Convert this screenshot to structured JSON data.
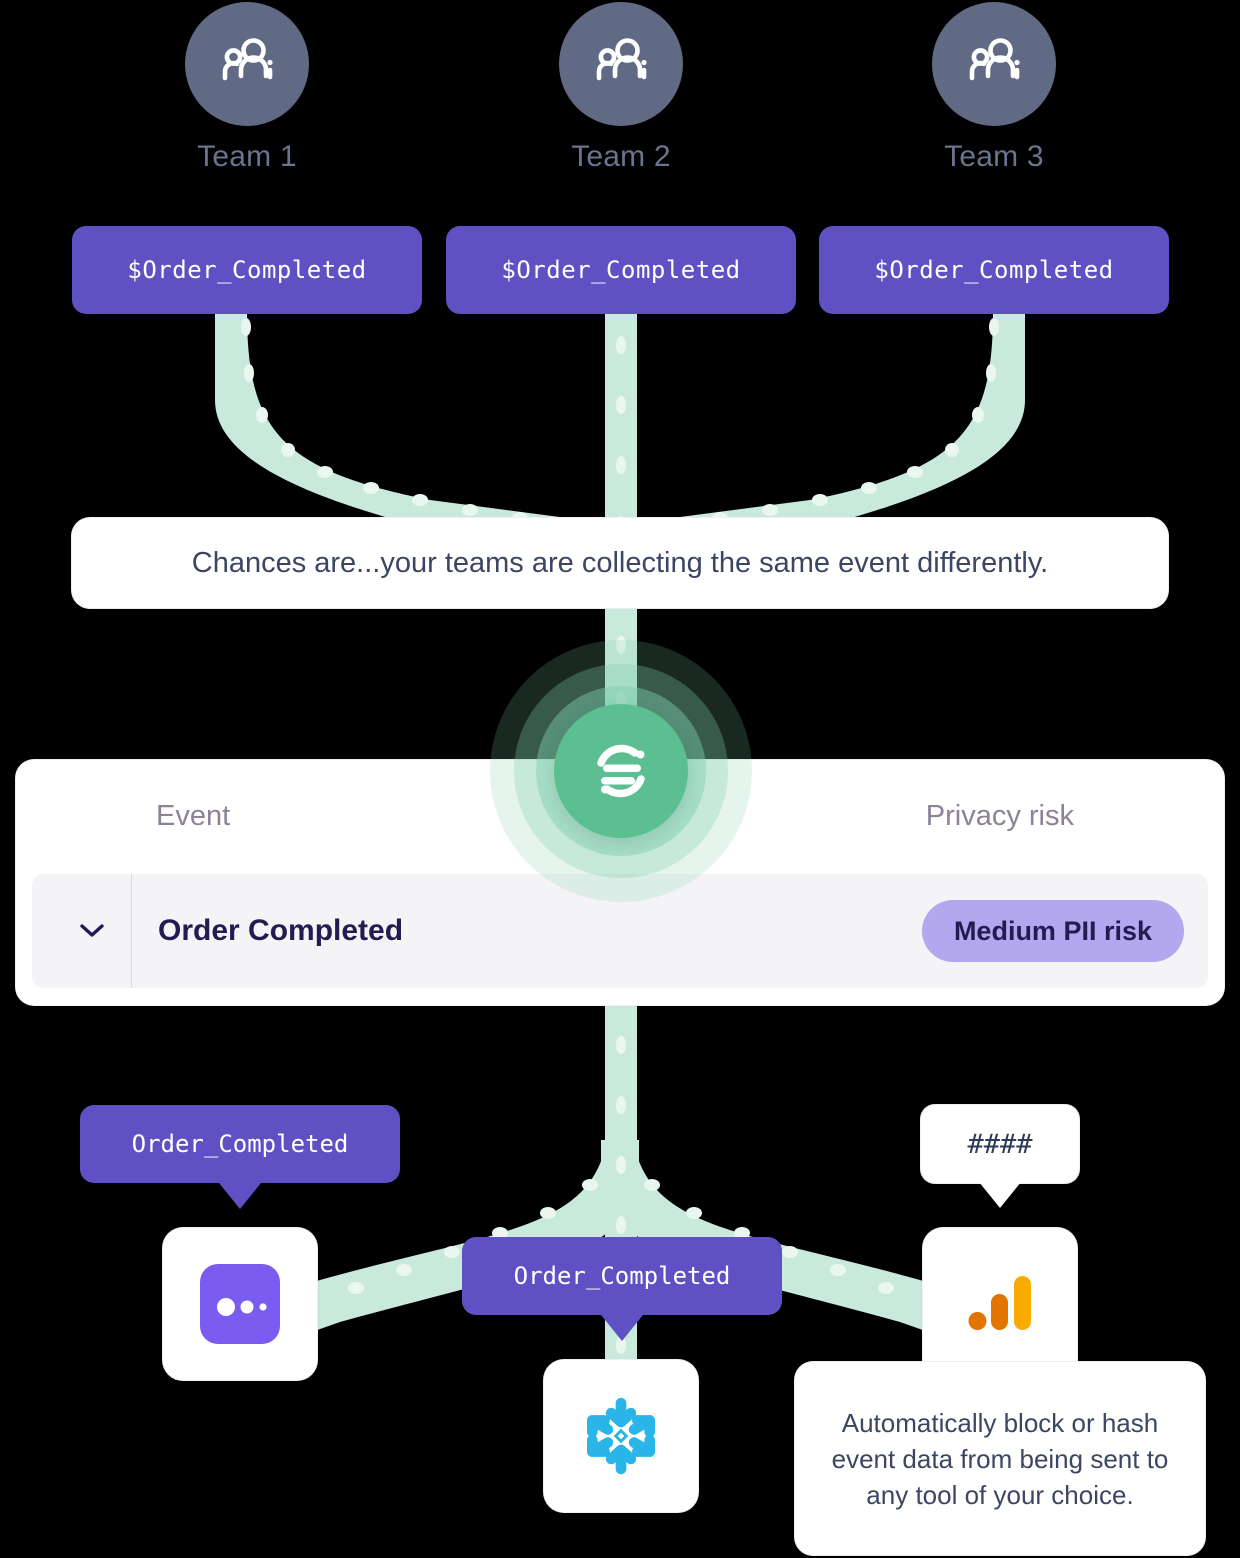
{
  "teams": [
    {
      "label": "Team 1",
      "icon": "people-icon",
      "event": "$Order_Completed"
    },
    {
      "label": "Team 2",
      "icon": "people-icon",
      "event": "$Order_Completed"
    },
    {
      "label": "Team 3",
      "icon": "people-icon",
      "event": "$Order_Completed"
    }
  ],
  "messages": {
    "chances": "Chances are...your teams are collecting the same event differently.",
    "privacy_note": "Automatically block or hash event data from being sent to any tool of your choice."
  },
  "hub": {
    "icon": "segment-logo-icon",
    "color": "#5cbf92"
  },
  "table": {
    "headers": {
      "event": "Event",
      "risk": "Privacy risk"
    },
    "rows": [
      {
        "expand_icon": "chevron-down-icon",
        "event": "Order Completed",
        "risk_badge": "Medium PII risk",
        "risk_badge_color": "#b3a7f0"
      }
    ]
  },
  "destinations": [
    {
      "bubble": "Order_Completed",
      "bubble_style": "purple",
      "tool_icon": "amplitude-icon"
    },
    {
      "bubble": "Order_Completed",
      "bubble_style": "purple",
      "tool_icon": "snowflake-icon"
    },
    {
      "bubble": "####",
      "bubble_style": "white",
      "tool_icon": "google-analytics-icon"
    }
  ],
  "colors": {
    "pipe": "#c8e9dc",
    "pipe_dot": "#e9f7f0",
    "chip_purple": "#5f51c4",
    "team_circle": "#616a85",
    "team_label": "#6a7490",
    "text_dark": "#241b52",
    "header_muted": "#8c8399",
    "body_text": "#3c4663",
    "background": "#000000"
  }
}
